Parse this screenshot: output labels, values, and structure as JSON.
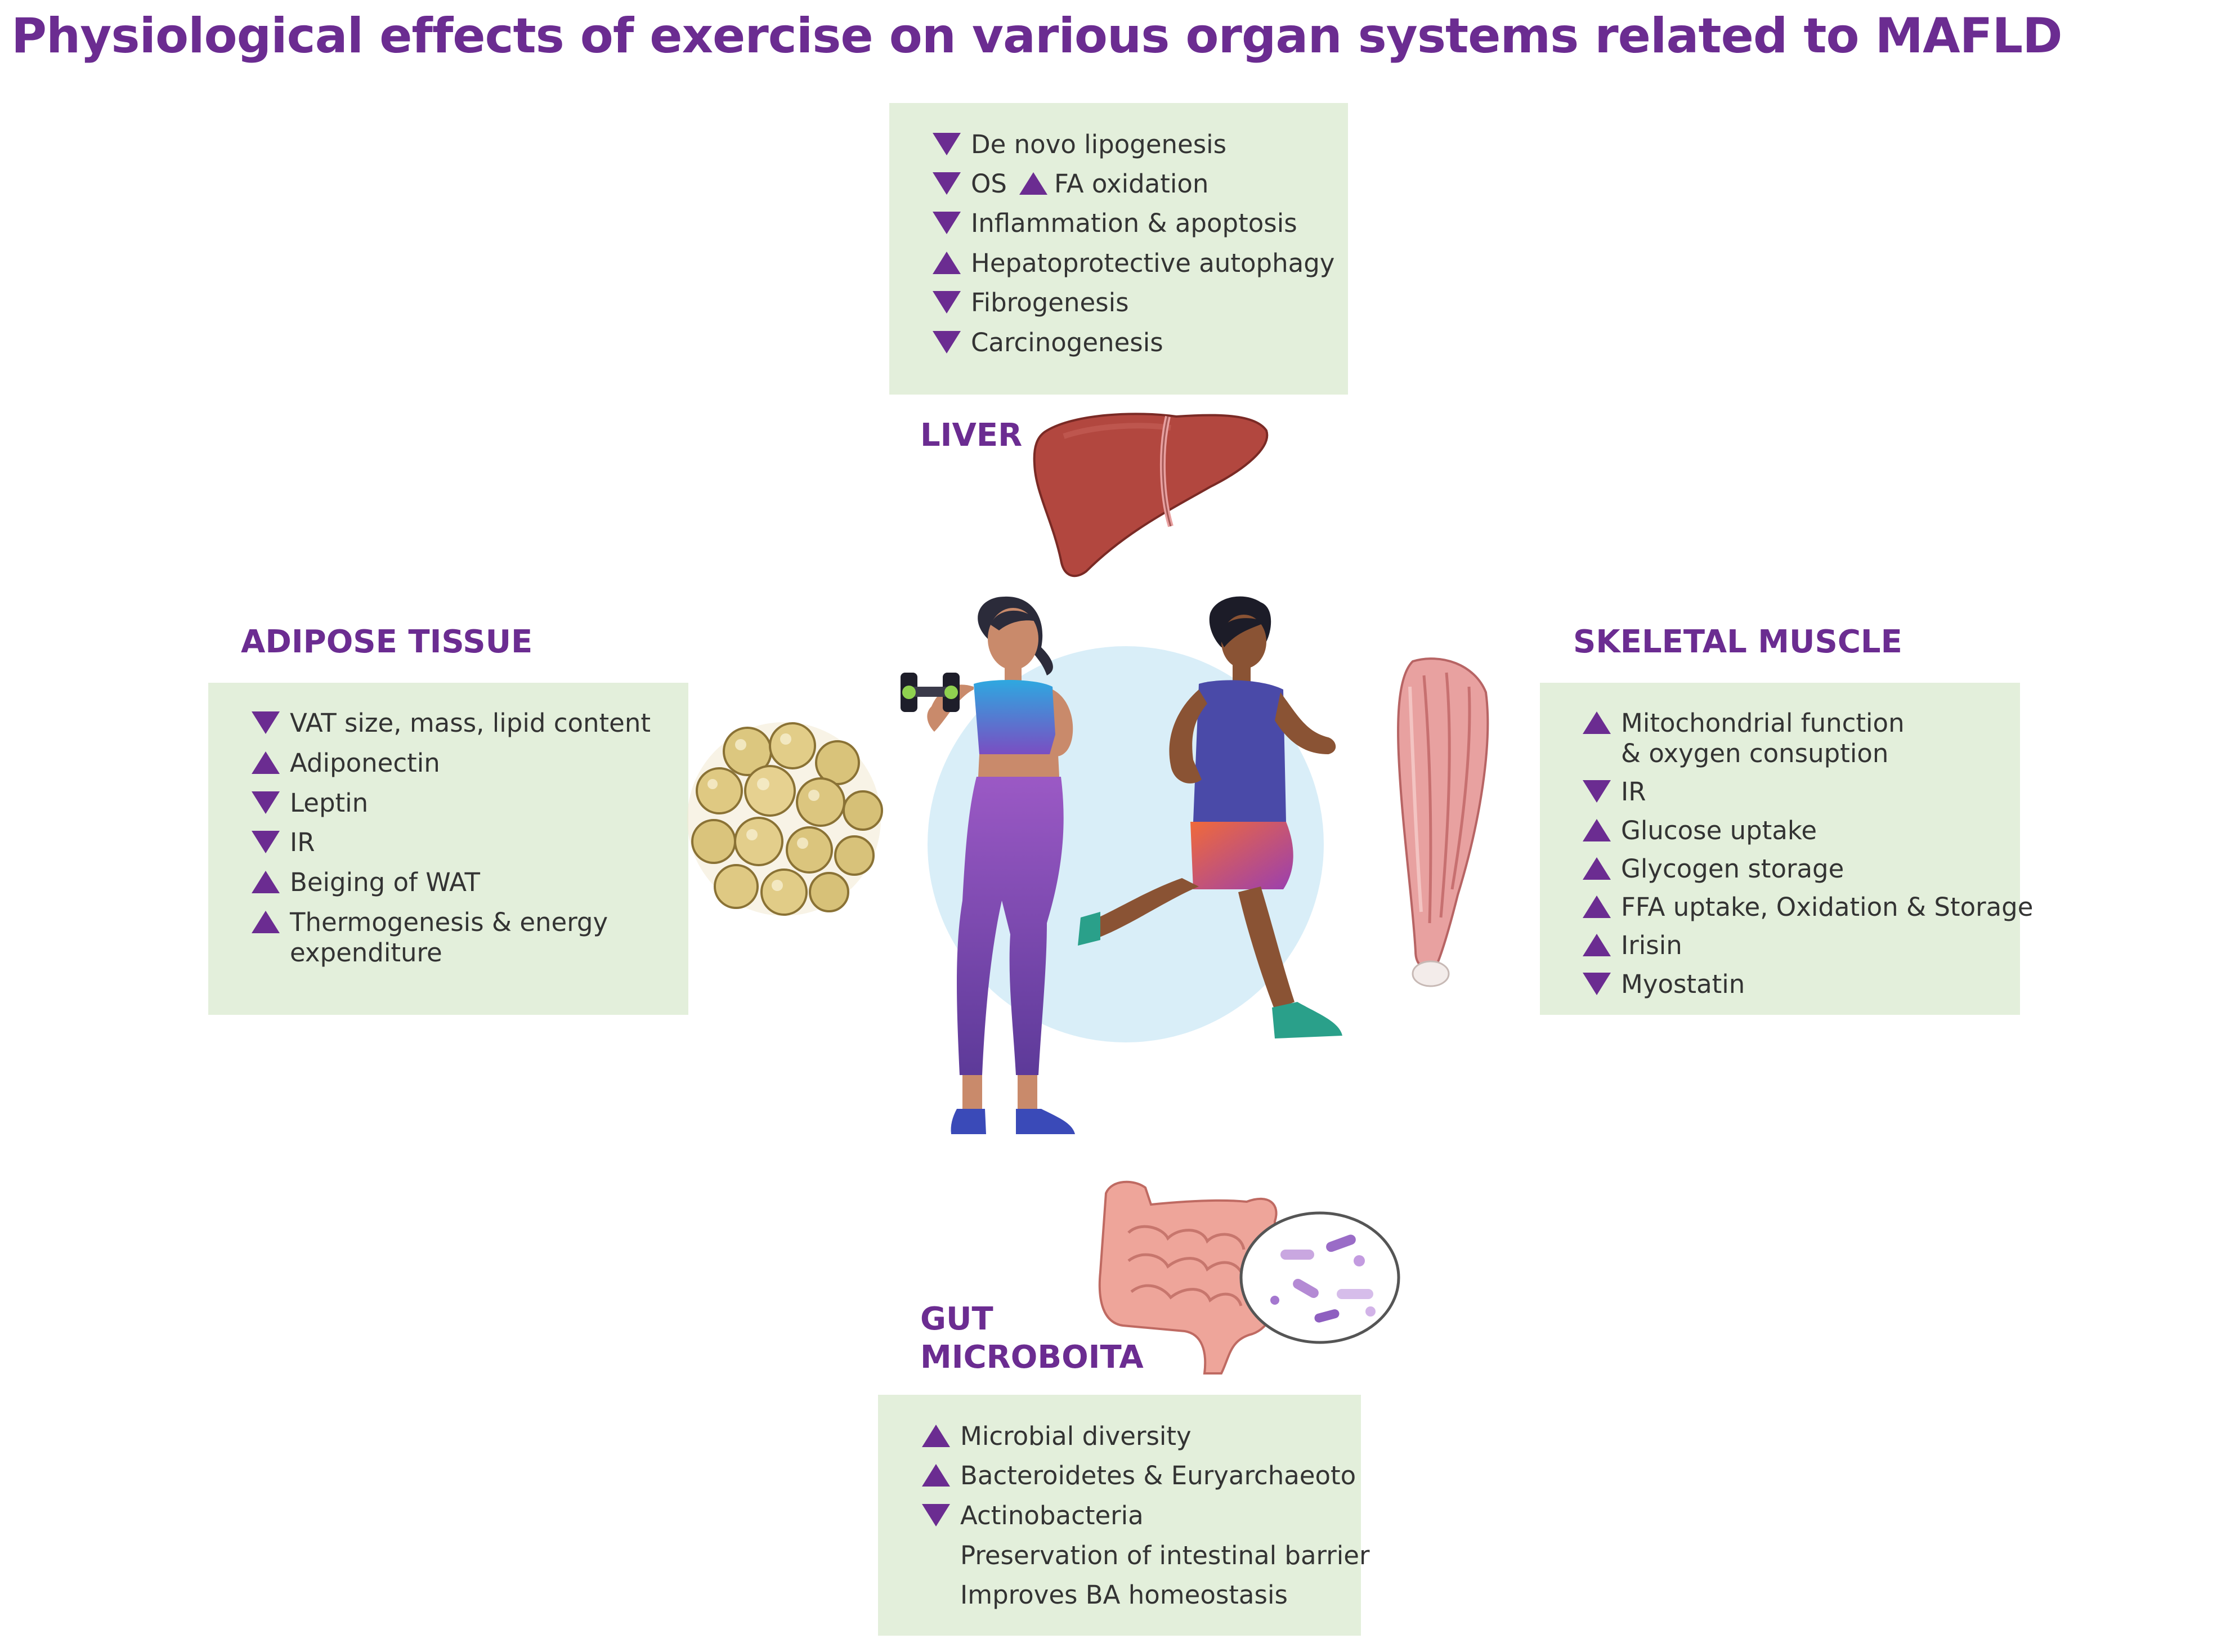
{
  "title": "Physiological effects of exercise on various organ systems related to MAFLD",
  "colors": {
    "accent": "#6b2c91",
    "box": "#e3efdb",
    "text": "#333333"
  },
  "liver": {
    "heading": "LIVER",
    "items": [
      {
        "dir": "down",
        "text": "De novo lipogenesis"
      },
      {
        "dir": "down",
        "text": "OS",
        "dir2": "up",
        "text2": "FA oxidation"
      },
      {
        "dir": "down",
        "text": "Inflammation & apoptosis"
      },
      {
        "dir": "up",
        "text": "Hepatoprotective autophagy"
      },
      {
        "dir": "down",
        "text": "Fibrogenesis"
      },
      {
        "dir": "down",
        "text": "Carcinogenesis"
      }
    ]
  },
  "adipose": {
    "heading": "ADIPOSE TISSUE",
    "items": [
      {
        "dir": "down",
        "text": "VAT size, mass, lipid content"
      },
      {
        "dir": "up",
        "text": "Adiponectin"
      },
      {
        "dir": "down",
        "text": "Leptin"
      },
      {
        "dir": "down",
        "text": "IR"
      },
      {
        "dir": "up",
        "text": "Beiging of WAT"
      },
      {
        "dir": "up",
        "text": "Thermogenesis & energy",
        "cont": "expenditure"
      }
    ]
  },
  "muscle": {
    "heading": "SKELETAL MUSCLE",
    "items": [
      {
        "dir": "up",
        "text": "Mitochondrial function",
        "cont": "& oxygen consuption"
      },
      {
        "dir": "down",
        "text": "IR"
      },
      {
        "dir": "up",
        "text": "Glucose uptake"
      },
      {
        "dir": "up",
        "text": "Glycogen storage"
      },
      {
        "dir": "up",
        "text": "FFA uptake, Oxidation & Storage"
      },
      {
        "dir": "up",
        "text": "Irisin"
      },
      {
        "dir": "down",
        "text": "Myostatin"
      }
    ]
  },
  "gut": {
    "heading_line1": "GUT",
    "heading_line2": "MICROBOITA",
    "items": [
      {
        "dir": "up",
        "text": "Microbial diversity"
      },
      {
        "dir": "up",
        "text": "Bacteroidetes & Euryarchaeoto"
      },
      {
        "dir": "down",
        "text": "Actinobacteria"
      },
      {
        "dir": "none",
        "text": "Preservation of intestinal barrier"
      },
      {
        "dir": "none",
        "text": "Improves BA homeostasis"
      }
    ]
  },
  "icons": {
    "up": "up-triangle-icon",
    "down": "down-triangle-icon",
    "liver": "liver-illustration",
    "adipose": "fat-cells-illustration",
    "muscle": "muscle-illustration",
    "gut": "intestine-illustration",
    "people": "exercising-people-illustration"
  }
}
